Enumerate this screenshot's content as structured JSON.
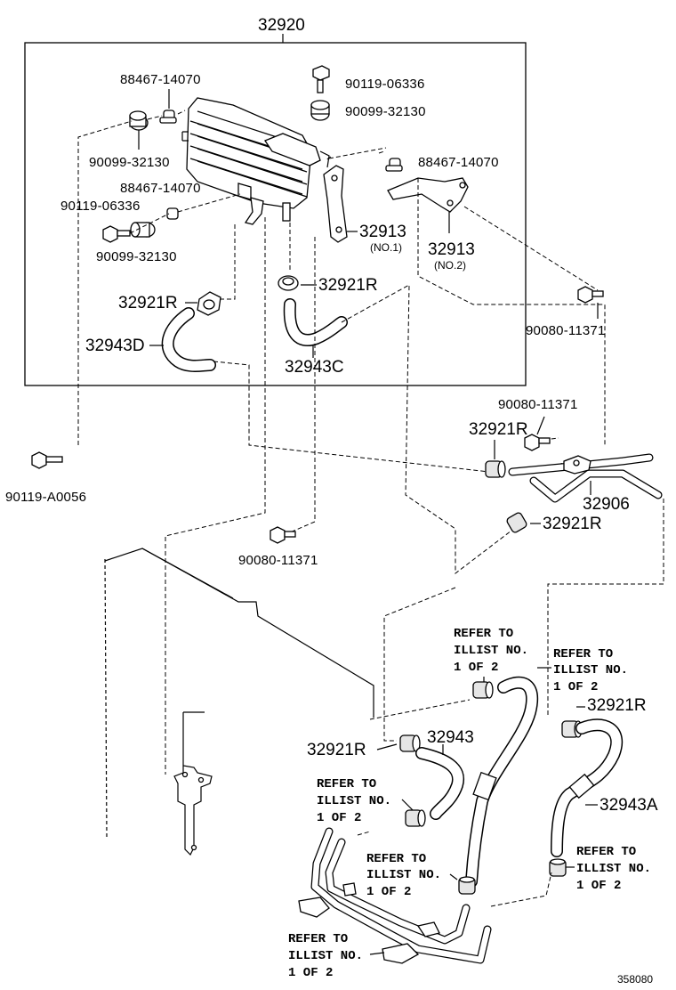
{
  "labels": {
    "assy_main": "32920",
    "bolt_top": "90119-06336",
    "cushion_top": "90099-32130",
    "grommet_left_top": "88467-14070",
    "cushion_left_top": "90099-32130",
    "grommet_right": "88467-14070",
    "grommet_left_mid": "88467-14070",
    "bolt_left_mid": "90119-06336",
    "cushion_left_bottom": "90099-32130",
    "bracket_no1": "32913",
    "bracket_no1_sub": "(NO.1)",
    "bracket_no2": "32913",
    "bracket_no2_sub": "(NO.2)",
    "clamp_left_inner": "32921R",
    "clamp_center_inner": "32921R",
    "hose_d": "32943D",
    "hose_c": "32943C",
    "bolt_right_inner": "90080-11371",
    "bolt_far_left": "90119-A0056",
    "bolt_right_mid": "90080-11371",
    "clamp_right_mid": "32921R",
    "pipe_assy": "32906",
    "clamp_right_lower": "32921R",
    "bolt_center_lower": "90080-11371",
    "refer_1_l1": "REFER TO",
    "refer_1_l2": "ILLIST NO.",
    "refer_1_l3": "1 OF 2",
    "refer_2_l1": "REFER TO",
    "refer_2_l2": "ILLIST NO.",
    "refer_2_l3": "1 OF 2",
    "clamp_bottom_right": "32921R",
    "clamp_bottom_left": "32921R",
    "hose_main": "32943",
    "refer_3_l1": "REFER TO",
    "refer_3_l2": "ILLIST NO.",
    "refer_3_l3": "1 OF 2",
    "hose_a": "32943A",
    "refer_4_l1": "REFER TO",
    "refer_4_l2": "ILLIST NO.",
    "refer_4_l3": "1 OF 2",
    "refer_5_l1": "REFER TO",
    "refer_5_l2": "ILLIST NO.",
    "refer_5_l3": "1 OF 2",
    "refer_6_l1": "REFER TO",
    "refer_6_l2": "ILLIST NO.",
    "refer_6_l3": "1 OF 2",
    "illustration_code": "358080"
  }
}
